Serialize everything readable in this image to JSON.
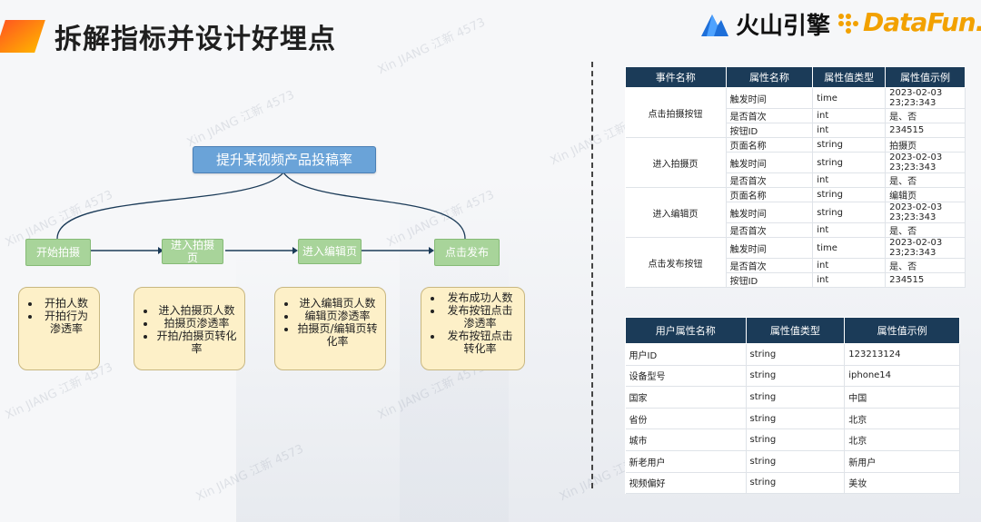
{
  "title": "拆解指标并设计好埋点",
  "logos": {
    "volcano": "火山引擎",
    "datafun": "DataFun."
  },
  "watermark": "Xin JIANG 江新 4573",
  "diagram": {
    "top_node": "提升某视频产品投稿率",
    "steps": [
      "开始拍摄",
      "进入拍摄页",
      "进入编辑页",
      "点击发布"
    ],
    "metric_cards": [
      [
        "开拍人数",
        "开拍行为渗透率"
      ],
      [
        "进入拍摄页人数",
        "拍摄页渗透率",
        "开拍/拍摄页转化率"
      ],
      [
        "进入编辑页人数",
        "编辑页渗透率",
        "拍摄页/编辑页转化率"
      ],
      [
        "发布成功人数",
        "发布按钮点击渗透率",
        "发布按钮点击转化率"
      ]
    ]
  },
  "event_table": {
    "headers": [
      "事件名称",
      "属性名称",
      "属性值类型",
      "属性值示例"
    ],
    "events": [
      {
        "name": "点击拍摄按钮",
        "rows": [
          [
            "触发时间",
            "time",
            "2023-02-03 23;23:343"
          ],
          [
            "是否首次",
            "int",
            "是、否"
          ],
          [
            "按钮ID",
            "int",
            "234515"
          ]
        ]
      },
      {
        "name": "进入拍摄页",
        "rows": [
          [
            "页面名称",
            "string",
            "拍摄页"
          ],
          [
            "触发时间",
            "string",
            "2023-02-03 23;23:343"
          ],
          [
            "是否首次",
            "int",
            "是、否"
          ]
        ]
      },
      {
        "name": "进入编辑页",
        "rows": [
          [
            "页面名称",
            "string",
            "编辑页"
          ],
          [
            "触发时间",
            "string",
            "2023-02-03 23;23:343"
          ],
          [
            "是否首次",
            "int",
            "是、否"
          ]
        ]
      },
      {
        "name": "点击发布按钮",
        "rows": [
          [
            "触发时间",
            "time",
            "2023-02-03 23;23:343"
          ],
          [
            "是否首次",
            "int",
            "是、否"
          ],
          [
            "按钮ID",
            "int",
            "234515"
          ]
        ]
      }
    ]
  },
  "user_table": {
    "headers": [
      "用户属性名称",
      "属性值类型",
      "属性值示例"
    ],
    "rows": [
      [
        "用户ID",
        "string",
        "123213124"
      ],
      [
        "设备型号",
        "string",
        "iphone14"
      ],
      [
        "国家",
        "string",
        "中国"
      ],
      [
        "省份",
        "string",
        "北京"
      ],
      [
        "城市",
        "string",
        "北京"
      ],
      [
        "新老用户",
        "string",
        "新用户"
      ],
      [
        "视频偏好",
        "string",
        "美妆"
      ]
    ]
  },
  "colors": {
    "accent_orange": "#ff7a00",
    "node_blue": "#6aa3d8",
    "step_green": "#a8d49a",
    "card_yellow": "#fdf0c8",
    "table_header": "#1b3b58"
  }
}
